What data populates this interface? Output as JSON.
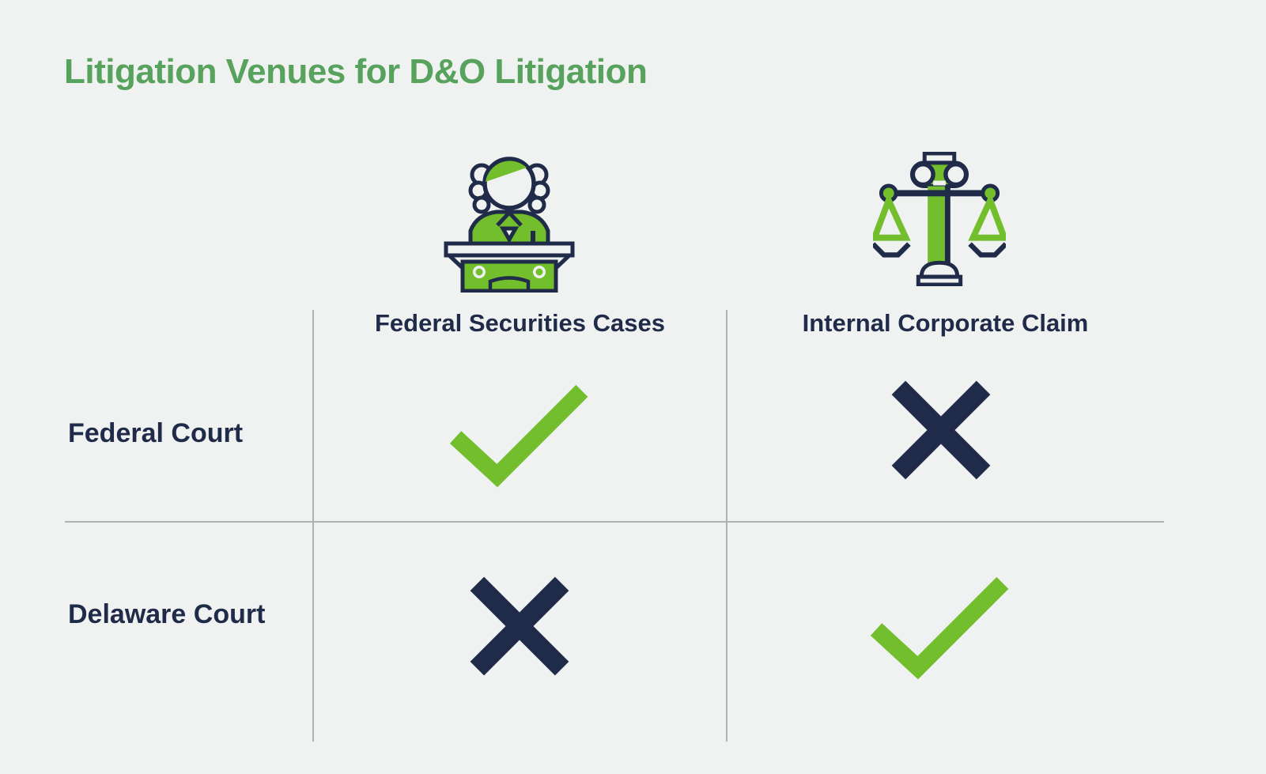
{
  "title": "Litigation Venues for D&O Litigation",
  "colors": {
    "background": "#F0F1F1",
    "title_green": "#57A25C",
    "accent_green": "#72BE2C",
    "navy": "#1F2B48",
    "grid_line": "#B0B1B3"
  },
  "matrix": {
    "columns": [
      {
        "label": "Federal Securities Cases",
        "icon": "judge-at-bench-icon"
      },
      {
        "label": "Internal Corporate Claim",
        "icon": "scales-of-justice-icon"
      }
    ],
    "rows": [
      {
        "label": "Federal Court",
        "cells": [
          "check",
          "cross"
        ]
      },
      {
        "label": "Delaware Court",
        "cells": [
          "cross",
          "check"
        ]
      }
    ]
  }
}
